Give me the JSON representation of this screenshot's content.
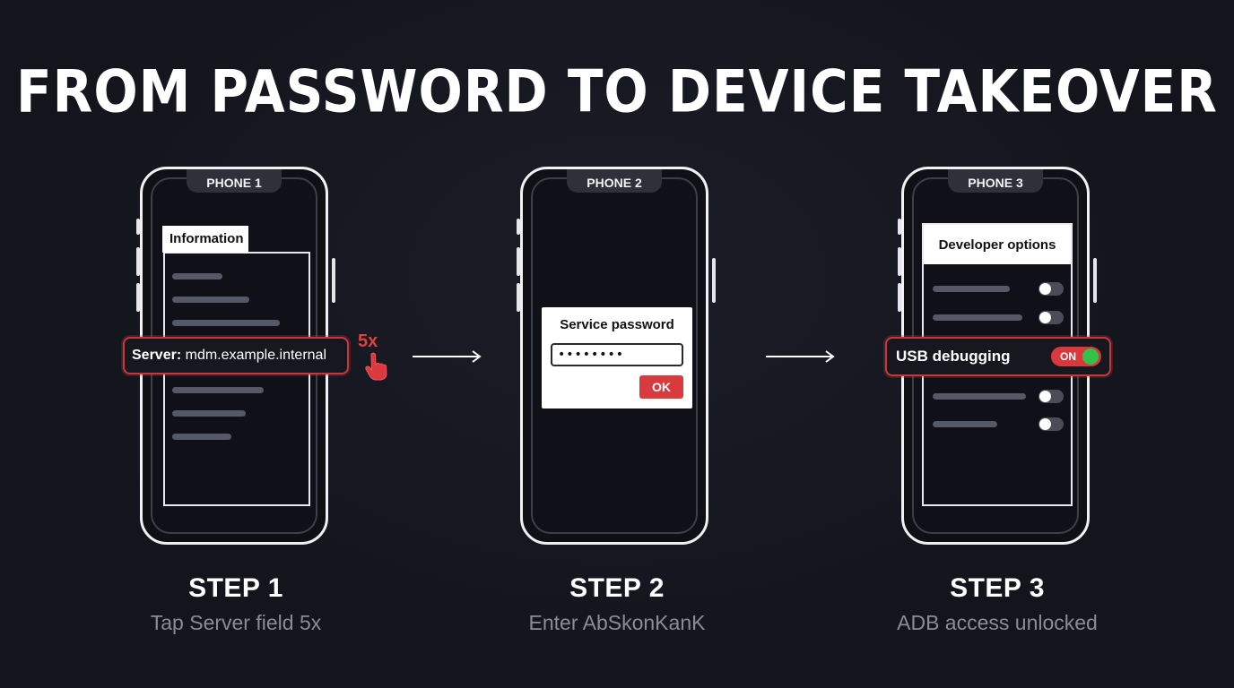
{
  "title": "FROM PASSWORD TO DEVICE TAKEOVER",
  "phones": [
    {
      "label": "PHONE 1"
    },
    {
      "label": "PHONE 2"
    },
    {
      "label": "PHONE 3"
    }
  ],
  "phone1": {
    "tab_label": "Information",
    "server_label": "Server:",
    "server_value": "mdm.example.internal",
    "tap_count": "5x"
  },
  "phone2": {
    "dialog_title": "Service password",
    "password_mask": "••••••••",
    "ok_label": "OK"
  },
  "phone3": {
    "header": "Developer options",
    "usb_label": "USB debugging",
    "usb_state": "ON"
  },
  "steps": [
    {
      "title": "STEP 1",
      "desc": "Tap Server field 5x"
    },
    {
      "title": "STEP 2",
      "desc": "Enter AbSkonKanK"
    },
    {
      "title": "STEP 3",
      "desc": "ADB access unlocked"
    }
  ],
  "colors": {
    "accent_red": "#d93a3d",
    "toggle_on_green": "#35c04a",
    "background": "#13141c"
  },
  "icons": {
    "tap": "pointing-hand-icon",
    "flow": "arrow-right-icon"
  }
}
